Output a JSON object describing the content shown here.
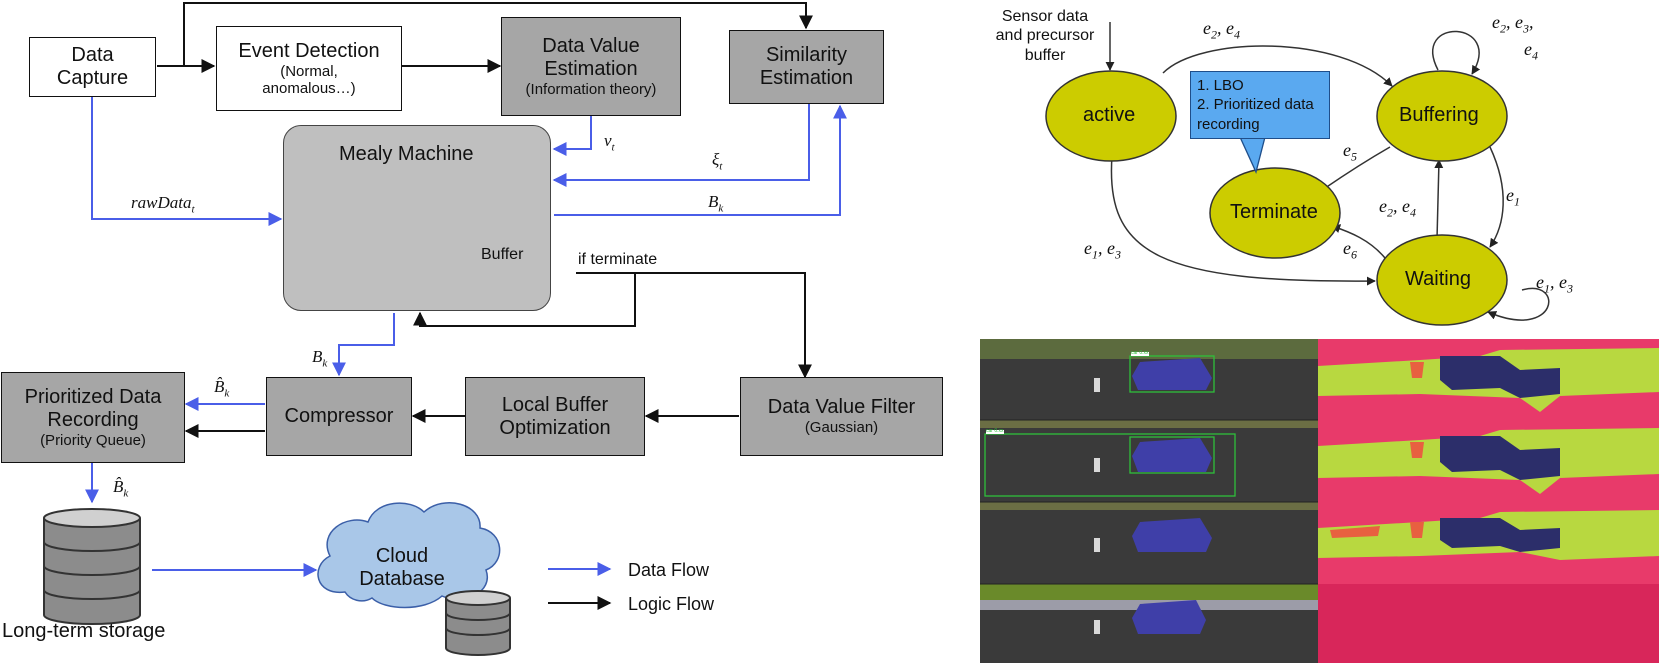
{
  "flow": {
    "data_capture": [
      "Data",
      "Capture"
    ],
    "event_detection": {
      "title": "Event Detection",
      "sub": [
        "(Normal,",
        "anomalous…)"
      ]
    },
    "data_value_estimation": {
      "title": [
        "Data Value",
        "Estimation"
      ],
      "sub": "(Information theory)"
    },
    "similarity_estimation": [
      "Similarity",
      "Estimation"
    ],
    "mealy_machine": "Mealy Machine",
    "buffer": "Buffer",
    "if_terminate": "if terminate",
    "raw_data": "rawData",
    "raw_data_sub": "t",
    "v_t": "v",
    "xi_t": "ξ",
    "sub_t": "t",
    "b_k": "B",
    "sub_k": "k",
    "b_hat_k": "B̂",
    "prioritized": {
      "title": [
        "Prioritized Data",
        "Recording"
      ],
      "sub": "(Priority Queue)"
    },
    "compressor": "Compressor",
    "local_buffer": [
      "Local Buffer",
      "Optimization"
    ],
    "data_value_filter": {
      "title": "Data Value Filter",
      "sub": "(Gaussian)"
    },
    "long_term_storage": "Long-term storage",
    "cloud_database": [
      "Cloud",
      "Database"
    ],
    "legend": {
      "data_flow": "Data Flow",
      "logic_flow": "Logic Flow"
    },
    "colors": {
      "data_flow": "#4a5ee8",
      "logic_flow": "#111111",
      "gray_box": "#a6a6a6",
      "cloud": "#a9c7e8",
      "state": "#cccc00",
      "node": "#92d050"
    }
  },
  "state_machine": {
    "input_note": [
      "Sensor data",
      "and precursor",
      "buffer"
    ],
    "states": {
      "active": "active",
      "buffering": "Buffering",
      "terminate": "Terminate",
      "waiting": "Waiting"
    },
    "callout": [
      "1. LBO",
      "2. Prioritized data",
      "recording"
    ],
    "edges": {
      "active_buffering": [
        "e2",
        "e4"
      ],
      "buffering_self": [
        "e2",
        "e3",
        "e4"
      ],
      "buffering_terminate": [
        "e5"
      ],
      "buffering_waiting": [
        "e1"
      ],
      "waiting_buffering": [
        "e2",
        "e4"
      ],
      "waiting_terminate": [
        "e6"
      ],
      "active_waiting": [
        "e1",
        "e3"
      ],
      "waiting_self": [
        "e1",
        "e3"
      ]
    }
  },
  "image_panels": {
    "detections": [
      "car 0.xx",
      "car 0.xx"
    ]
  }
}
